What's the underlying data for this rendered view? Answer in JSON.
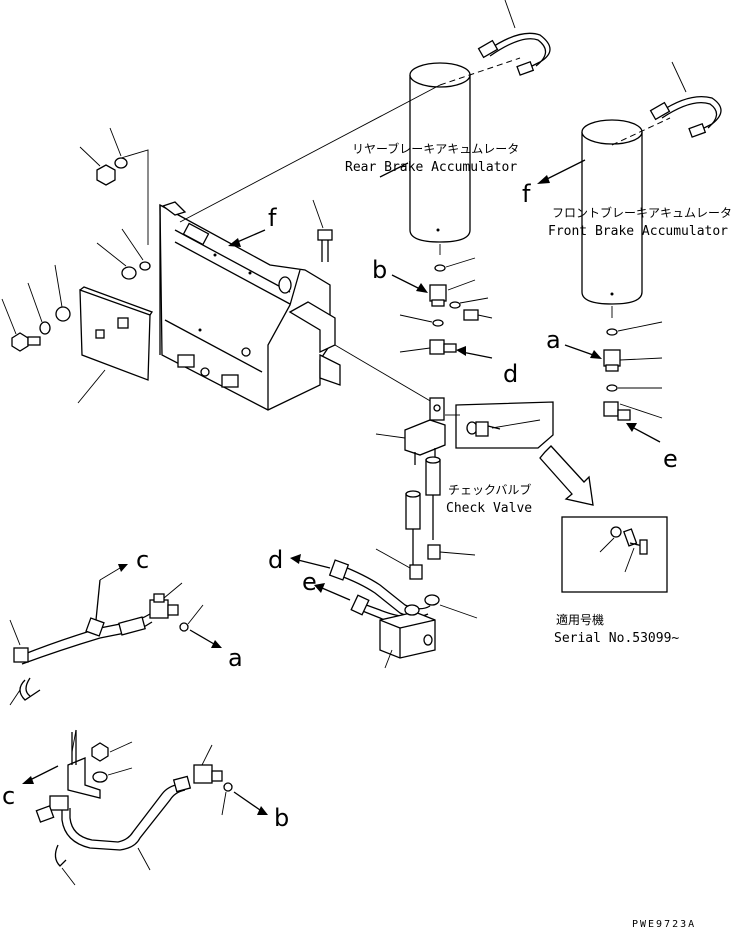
{
  "labels": {
    "rear_accumulator_jp": "リヤーブレーキアキュムレータ",
    "rear_accumulator_en": "Rear Brake Accumulator",
    "front_accumulator_jp": "フロントブレーキアキュムレータ",
    "front_accumulator_en": "Front Brake Accumulator",
    "check_valve_jp": "チェックバルブ",
    "check_valve_en": "Check Valve",
    "serial_jp": "適用号機",
    "serial_en": "Serial No.53099~",
    "drawing_code": "PWE9723A"
  },
  "letters": {
    "a": "a",
    "b": "b",
    "c": "c",
    "d": "d",
    "e": "e",
    "f": "f"
  }
}
